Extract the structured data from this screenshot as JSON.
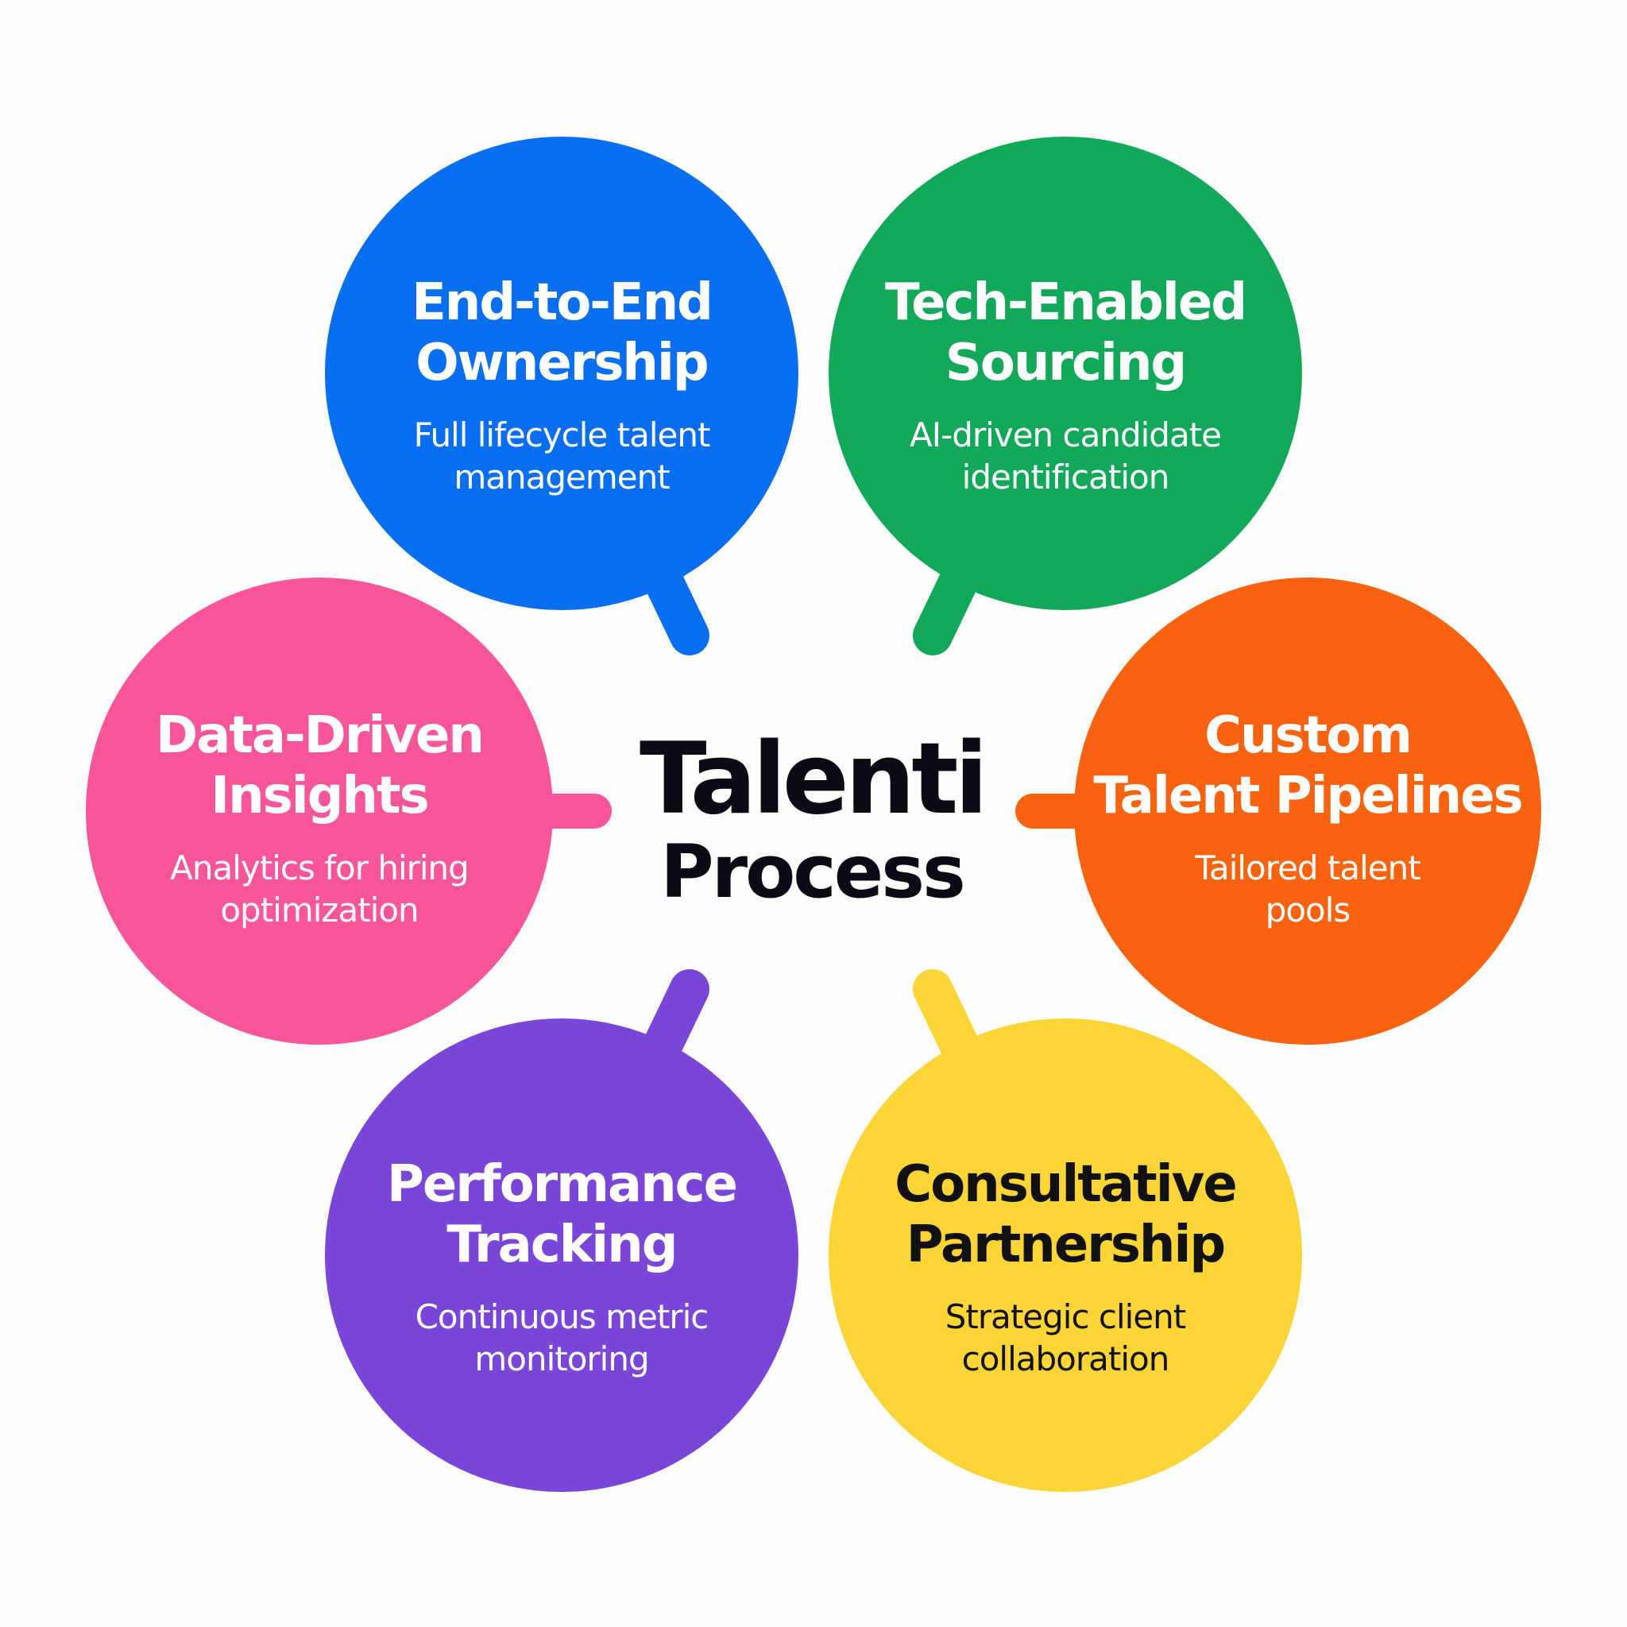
{
  "center": {
    "title": "Talenti",
    "subtitle": "Process"
  },
  "nodes": [
    {
      "title": "End-to-End\nOwnership",
      "desc": "Full lifecycle talent\nmanagement",
      "color": "#0a6ef0"
    },
    {
      "title": "Tech-Enabled\nSourcing",
      "desc": "AI-driven candidate\nidentification",
      "color": "#12a85a"
    },
    {
      "title": "Data-Driven\nInsights",
      "desc": "Analytics for hiring\noptimization",
      "color": "#f8559a"
    },
    {
      "title": "Custom\nTalent Pipelines",
      "desc": "Tailored talent\npools",
      "color": "#f9620f"
    },
    {
      "title": "Performance\nTracking",
      "desc": "Continuous metric\nmonitoring",
      "color": "#7a45d9"
    },
    {
      "title": "Consultative\nPartnership",
      "desc": "Strategic client\ncollaboration",
      "color": "#fbd536"
    }
  ]
}
